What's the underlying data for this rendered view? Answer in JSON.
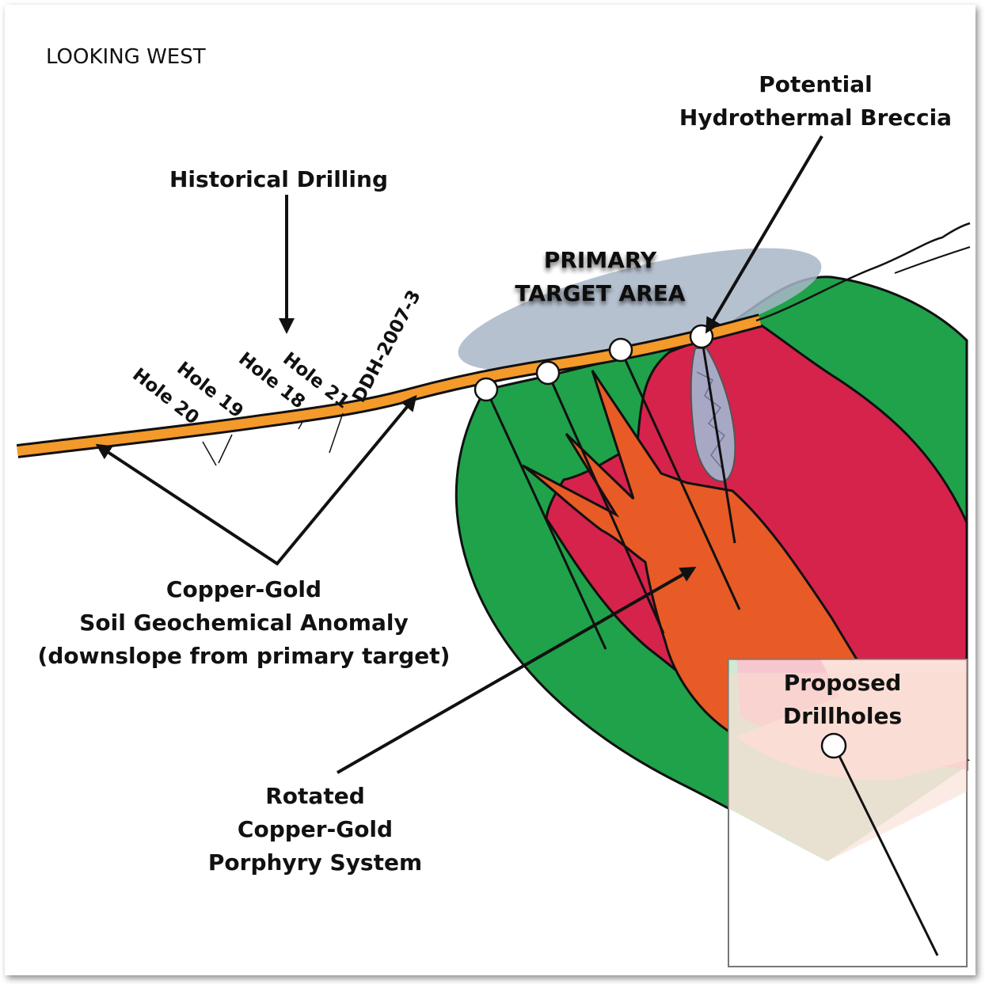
{
  "header": {
    "view_label": "LOOKING WEST"
  },
  "labels": {
    "historical_drilling": "Historical Drilling",
    "primary_target": [
      "PRIMARY",
      "TARGET AREA"
    ],
    "hydrothermal_breccia": [
      "Potential",
      "Hydrothermal Breccia"
    ],
    "soil_anomaly": [
      "Copper-Gold",
      "Soil Geochemical Anomaly",
      "(downslope from primary target)"
    ],
    "porphyry_system": [
      "Rotated",
      "Copper-Gold",
      "Porphyry System"
    ],
    "proposed_drillholes": [
      "Proposed",
      "Drillholes"
    ]
  },
  "holes": [
    "Hole 20",
    "Hole 19",
    "Hole 18",
    "Hole 21",
    "DDH-2007-3"
  ],
  "colors": {
    "surface": "#f39a2b",
    "outer_zone": "#1fa24a",
    "middle_zone": "#d6234b",
    "core_zone": "#e85a26",
    "target_ellipse": "#a9b6c8",
    "breccia": "#a7a9c4",
    "inset_fill": "#f7c7b9"
  }
}
